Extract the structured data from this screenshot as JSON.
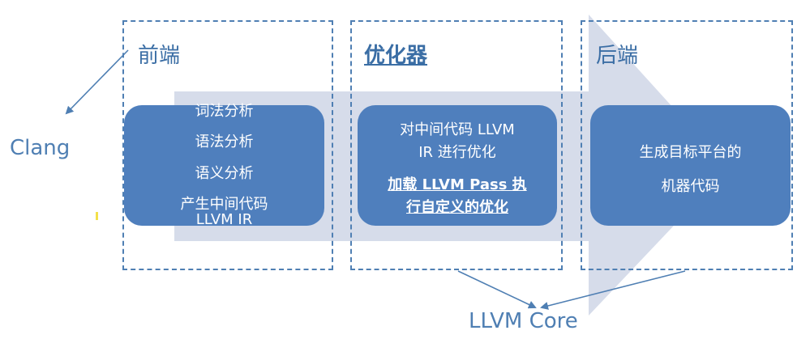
{
  "stages": {
    "frontend": {
      "title": "前端",
      "steps": [
        "词法分析",
        "语法分析",
        "语义分析",
        "产生中间代码",
        "LLVM IR"
      ]
    },
    "optimizer": {
      "title": "优化器",
      "line1": "对中间代码 LLVM",
      "line2": "IR 进行优化",
      "line3": "加载 LLVM Pass 执",
      "line4": "行自定义的优化"
    },
    "backend": {
      "title": "后端",
      "line1": "生成目标平台的",
      "line2": "机器代码"
    }
  },
  "labels": {
    "clang": "Clang",
    "llvm_core": "LLVM Core"
  },
  "colors": {
    "box": "#4f7fbd",
    "dash": "#4f7fb3",
    "big_arrow": "#d6dcea",
    "text_accent": "#3b6ea5"
  }
}
